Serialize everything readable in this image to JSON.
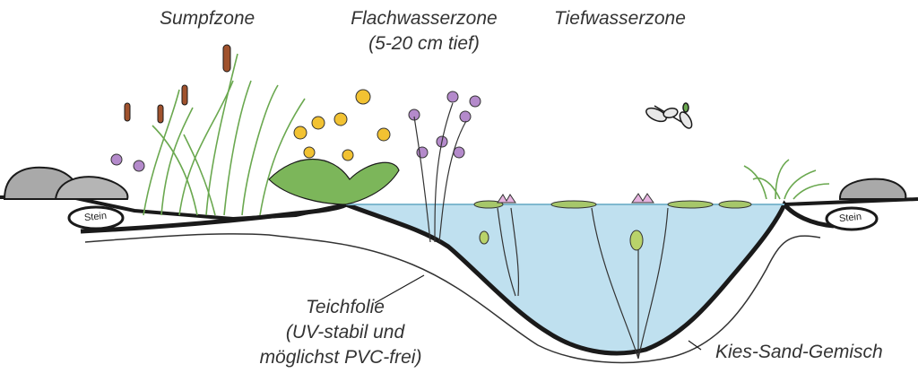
{
  "labels": {
    "sumpfzone": "Sumpfzone",
    "flachwasserzone": "Flachwasserzone",
    "flachwasserzone_depth": "(5-20 cm tief)",
    "tiefwasserzone": "Tiefwasserzone",
    "teichfolie": "Teichfolie",
    "teichfolie_note1": "(UV-stabil und",
    "teichfolie_note2": "möglichst PVC-frei)",
    "kies_sand": "Kies-Sand-Gemisch",
    "stein_left": "Stein",
    "stein_right": "Stein"
  },
  "colors": {
    "water": "#bfe0ef",
    "stone": "#a9a9a9",
    "plant_green": "#6aa84f",
    "lily_pad": "#a6c76a",
    "cattail": "#a0522d",
    "yellow_flower": "#f2c232",
    "purple_flower": "#b48acb",
    "outline": "#1a1a1a"
  }
}
